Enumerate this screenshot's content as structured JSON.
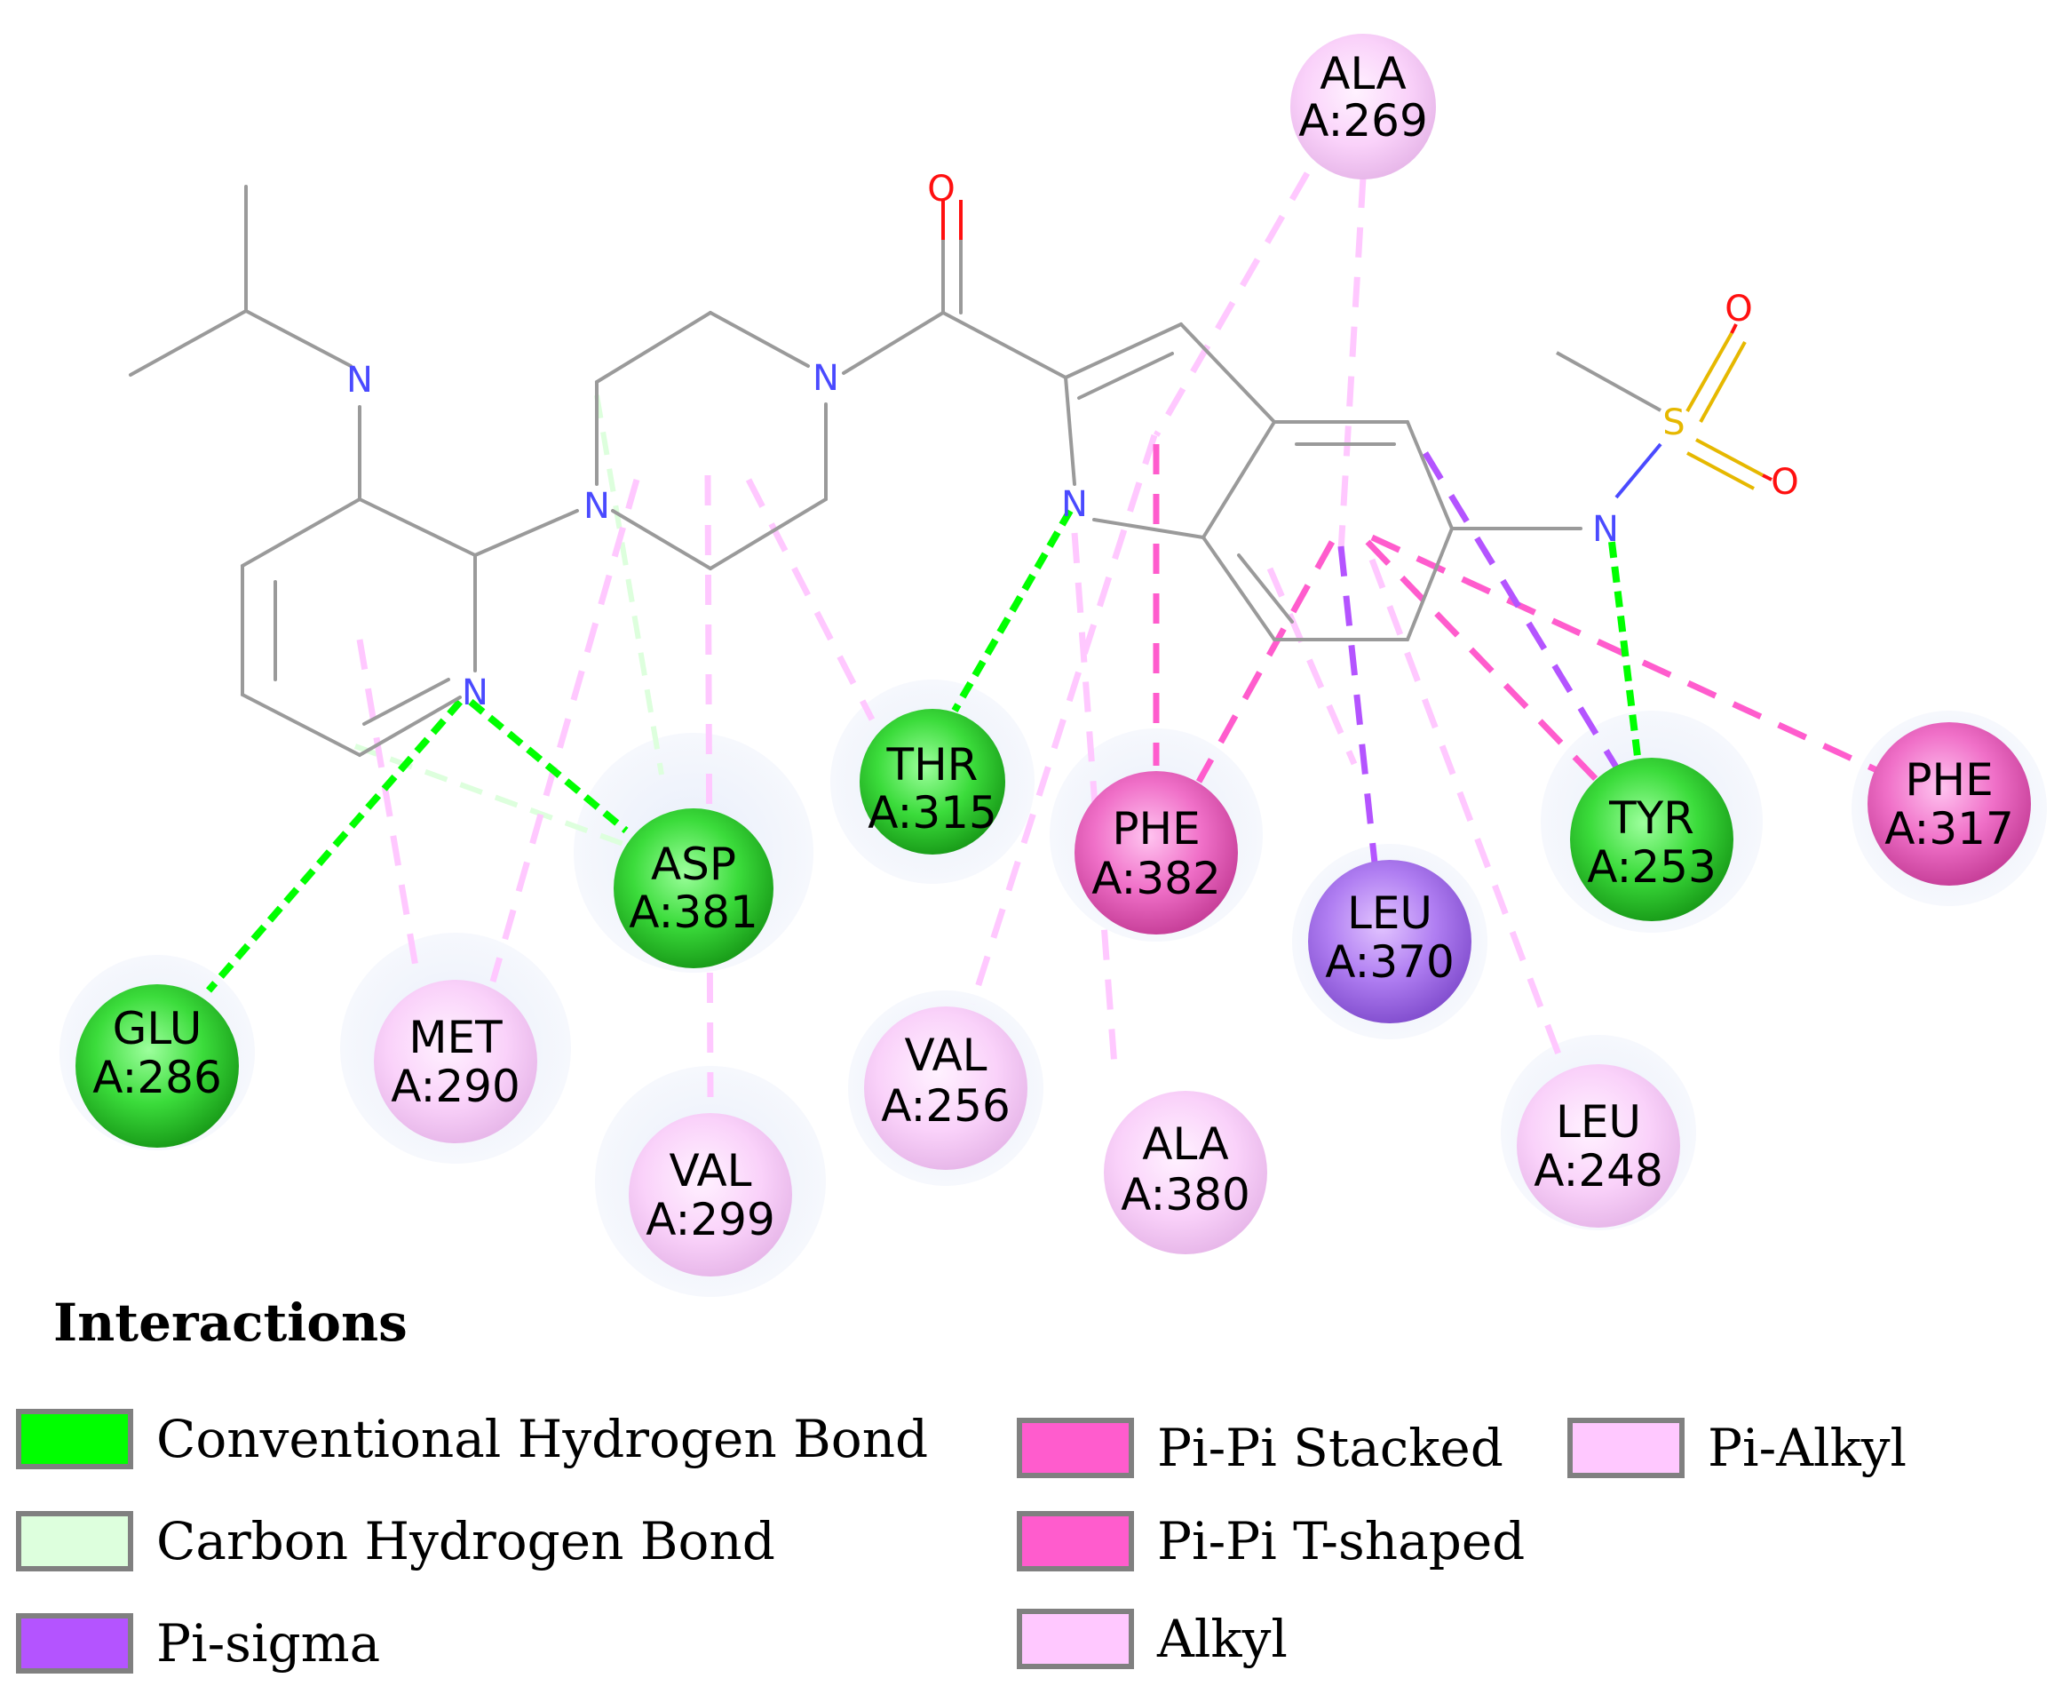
{
  "colors": {
    "conventional_hbond": "#00FF00",
    "carbon_hbond": "#DDFFDD",
    "pi_sigma": "#B454FF",
    "pi_pi_stacked": "#FF5CCD",
    "pi_pi_tshaped": "#FF5CCD",
    "alkyl": "#FFC8FF",
    "pi_alkyl": "#FFC8FF",
    "bond": "#999999",
    "nitrogen": "#4a4aff",
    "oxygen": "#ff1010",
    "sulfur": "#e6b800"
  },
  "atoms": {
    "n_amine": "N",
    "n_pip1": "N",
    "n_pip2": "N",
    "n_pyridine": "N",
    "n_indole": "N",
    "n_sulfonamide": "N",
    "o_carbonyl": "O",
    "s_sulfonyl": "S",
    "o_sulfonyl1": "O",
    "o_sulfonyl2": "O"
  },
  "residues": [
    {
      "id": "ala269",
      "name": "ALA",
      "num": "A:269",
      "type": "alkyl"
    },
    {
      "id": "thr315",
      "name": "THR",
      "num": "A:315",
      "type": "hbond"
    },
    {
      "id": "asp381",
      "name": "ASP",
      "num": "A:381",
      "type": "hbond"
    },
    {
      "id": "glu286",
      "name": "GLU",
      "num": "A:286",
      "type": "hbond"
    },
    {
      "id": "met290",
      "name": "MET",
      "num": "A:290",
      "type": "alkyl"
    },
    {
      "id": "val299",
      "name": "VAL",
      "num": "A:299",
      "type": "alkyl"
    },
    {
      "id": "val256",
      "name": "VAL",
      "num": "A:256",
      "type": "alkyl"
    },
    {
      "id": "phe382",
      "name": "PHE",
      "num": "A:382",
      "type": "pipi"
    },
    {
      "id": "ala380",
      "name": "ALA",
      "num": "A:380",
      "type": "alkyl"
    },
    {
      "id": "leu370",
      "name": "LEU",
      "num": "A:370",
      "type": "pisigma"
    },
    {
      "id": "tyr253",
      "name": "TYR",
      "num": "A:253",
      "type": "hbond"
    },
    {
      "id": "phe317",
      "name": "PHE",
      "num": "A:317",
      "type": "pipi"
    },
    {
      "id": "leu248",
      "name": "LEU",
      "num": "A:248",
      "type": "alkyl"
    }
  ],
  "legend": {
    "title": "Interactions",
    "items": [
      {
        "label": "Conventional Hydrogen Bond",
        "color": "#00FF00"
      },
      {
        "label": "Carbon Hydrogen Bond",
        "color": "#DDFFDD"
      },
      {
        "label": "Pi-sigma",
        "color": "#B454FF"
      },
      {
        "label": "Pi-Pi Stacked",
        "color": "#FF5CCD"
      },
      {
        "label": "Pi-Pi T-shaped",
        "color": "#FF5CCD"
      },
      {
        "label": "Alkyl",
        "color": "#FFC8FF"
      },
      {
        "label": "Pi-Alkyl",
        "color": "#FFC8FF"
      }
    ]
  }
}
